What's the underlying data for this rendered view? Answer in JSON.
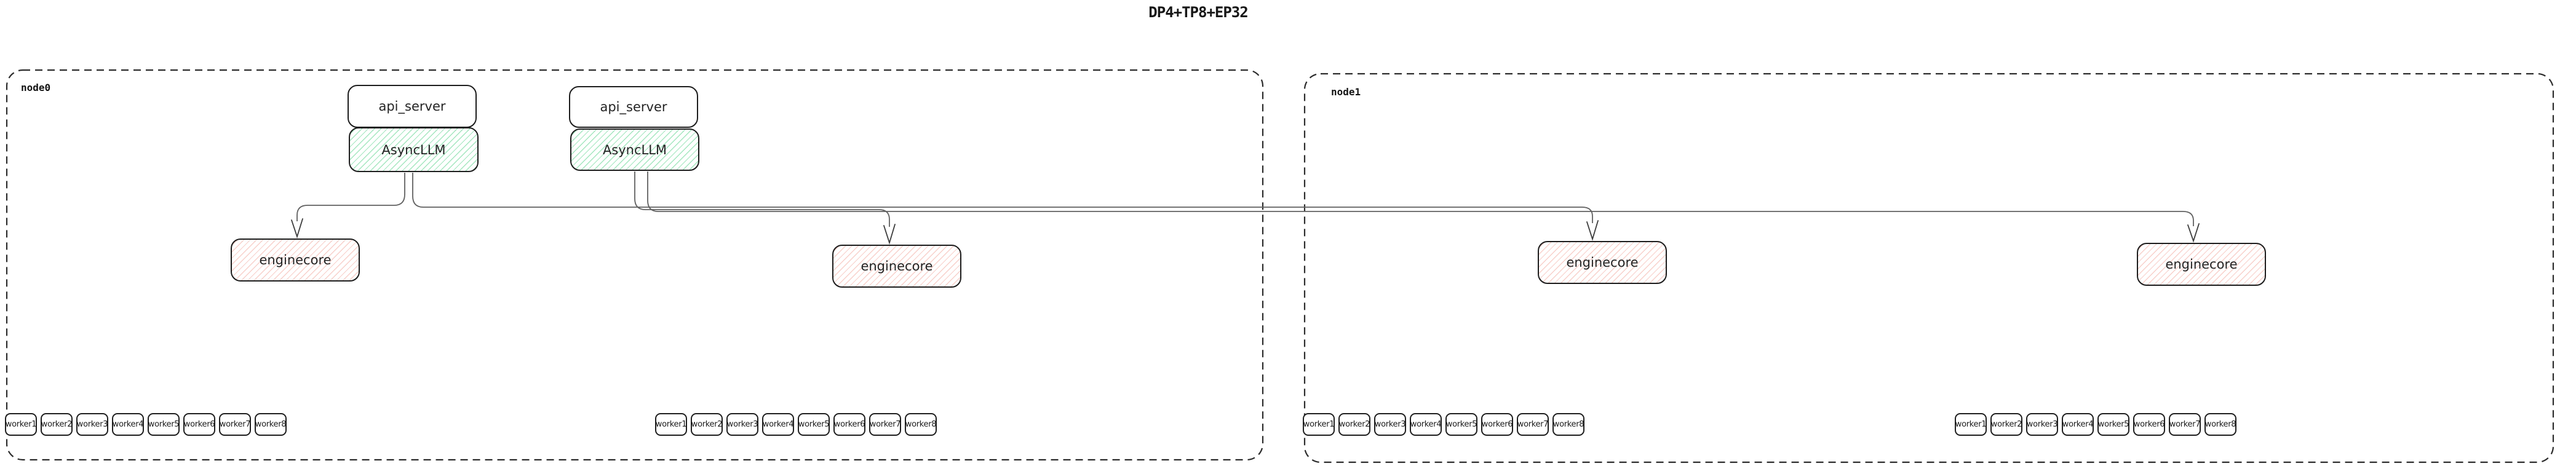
{
  "title": "DP4+TP8+EP32",
  "node0": {
    "label": "node0",
    "api_servers": [
      {
        "name": "api_server",
        "async_llm": "AsyncLLM"
      },
      {
        "name": "api_server",
        "async_llm": "AsyncLLM"
      }
    ],
    "enginecores": [
      "enginecore",
      "enginecore"
    ],
    "worker_groups": [
      [
        "worker1",
        "worker2",
        "worker3",
        "worker4",
        "worker5",
        "worker6",
        "worker7",
        "worker8"
      ],
      [
        "worker1",
        "worker2",
        "worker3",
        "worker4",
        "worker5",
        "worker6",
        "worker7",
        "worker8"
      ]
    ]
  },
  "node1": {
    "label": "node1",
    "enginecores": [
      "enginecore",
      "enginecore"
    ],
    "worker_groups": [
      [
        "worker1",
        "worker2",
        "worker3",
        "worker4",
        "worker5",
        "worker6",
        "worker7",
        "worker8"
      ],
      [
        "worker1",
        "worker2",
        "worker3",
        "worker4",
        "worker5",
        "worker6",
        "worker7",
        "worker8"
      ]
    ]
  },
  "colors": {
    "async_llm_hatch": "#7edda4",
    "enginecore_hatch": "#f2a99f",
    "box_border": "#1d1d1d",
    "node_border": "#2c2c2c",
    "edge_line": "#616161",
    "arrowhead": "#3c3c3c"
  }
}
